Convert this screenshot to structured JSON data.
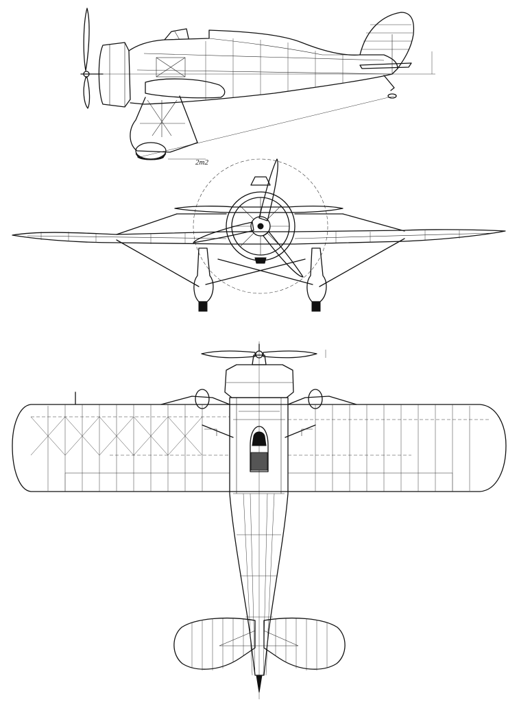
{
  "drawing": {
    "views": [
      "side-view",
      "front-view",
      "top-view"
    ],
    "annotations": {
      "side_dimension_note": "2m2"
    },
    "colors": {
      "line": "#111111",
      "background": "#ffffff"
    }
  }
}
